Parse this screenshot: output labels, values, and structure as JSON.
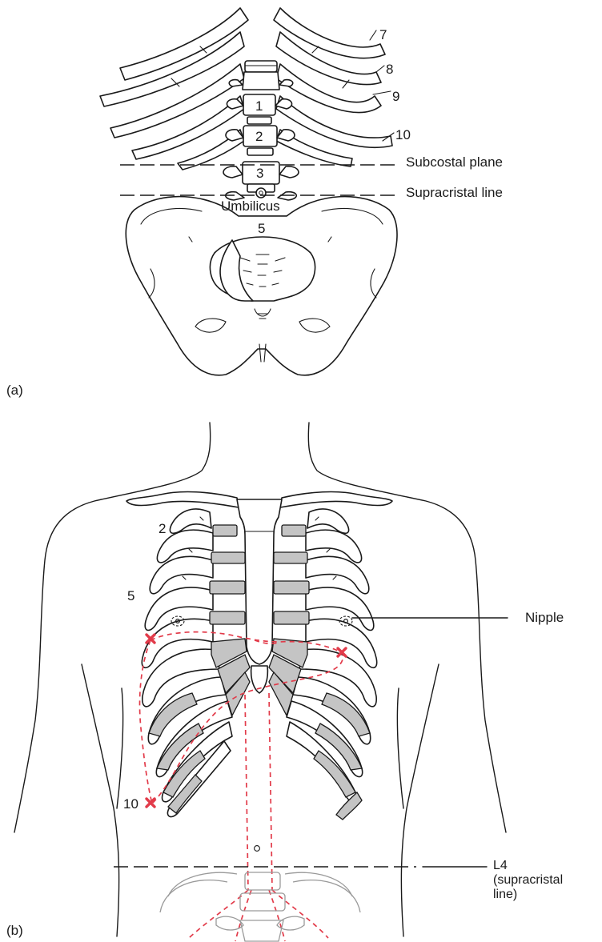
{
  "panel_a": {
    "panel_label": "(a)",
    "rib_labels": [
      "7",
      "8",
      "9",
      "10"
    ],
    "vertebra_labels": [
      "1",
      "2",
      "3",
      "5"
    ],
    "umbilicus_label": "Umbilicus",
    "subcostal_label": "Subcostal plane",
    "supracristal_label": "Supracristal line"
  },
  "panel_b": {
    "panel_label": "(b)",
    "rib_labels": [
      "2",
      "5",
      "10"
    ],
    "nipple_label": "Nipple",
    "l4_label_lines": [
      "L4",
      "(supracristal",
      "line)"
    ]
  },
  "colors": {
    "outline": "#1a1a1a",
    "costal_cartilage": "#c4c4c4",
    "liver_outline": "#e23b4a"
  }
}
